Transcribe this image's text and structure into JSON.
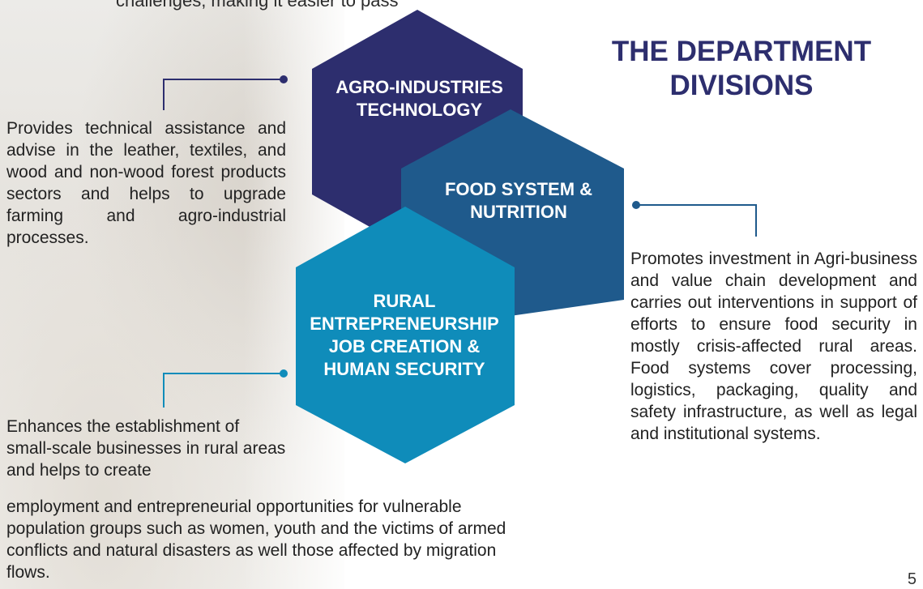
{
  "page": {
    "top_fragment": "challenges, making it easier to pass",
    "title": "THE DEPARTMENT DIVISIONS",
    "page_number": "5"
  },
  "divisions": [
    {
      "label": "AGRO-INDUSTRIES TECHNOLOGY",
      "description": "Provides technical assistance and advise in the leather, textiles, and wood and non-wood forest products sectors and helps to upgrade farming and agro-industrial processes.",
      "color": "#2d2e6e"
    },
    {
      "label": "FOOD SYSTEM & NUTRITION",
      "description": "Promotes investment in Agri-business and value chain development and carries out interventions in support of efforts to ensure food security in mostly crisis-affected rural areas. Food systems cover processing, logistics, packaging, quality and safety infrastructure, as well as legal and institutional systems.",
      "color": "#1f5a8c"
    },
    {
      "label": "RURAL ENTREPRENEURSHIP JOB CREATION & HUMAN SECURITY",
      "description_part1": "Enhances the establishment of small-scale businesses in rural areas and helps to create",
      "description_part2": "employment and entrepreneurial opportunities for vulnerable population groups such as women, youth and the victims of armed conflicts and natural disasters as well those affected by migration flows.",
      "color": "#0f8cba"
    }
  ],
  "colors": {
    "navy": "#2d2e6e",
    "blue": "#1f5a8c",
    "cyan": "#0f8cba"
  }
}
